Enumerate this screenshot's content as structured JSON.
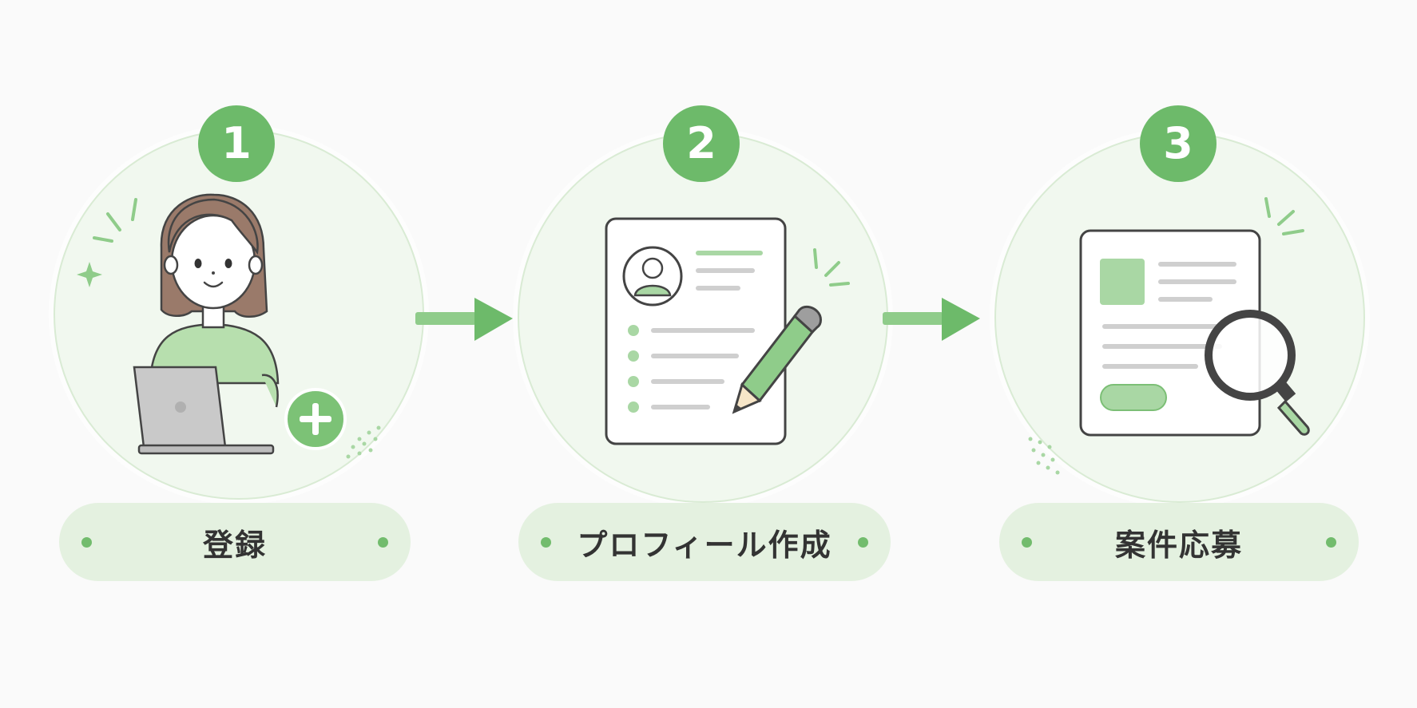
{
  "steps": [
    {
      "number": "1",
      "label": "登録"
    },
    {
      "number": "2",
      "label": "プロフィール作成"
    },
    {
      "number": "3",
      "label": "案件応募"
    }
  ],
  "colors": {
    "accent": "#6dba6a",
    "accent_light": "#a9d7a4",
    "circle_bg": "#f1f8ef",
    "pill_bg": "#e4f1e0",
    "text": "#333333",
    "line": "#444444"
  },
  "icons": [
    "woman-with-laptop-icon",
    "plus-badge-icon",
    "profile-document-icon",
    "pencil-icon",
    "job-listing-icon",
    "magnifier-icon",
    "arrow-right-icon"
  ]
}
